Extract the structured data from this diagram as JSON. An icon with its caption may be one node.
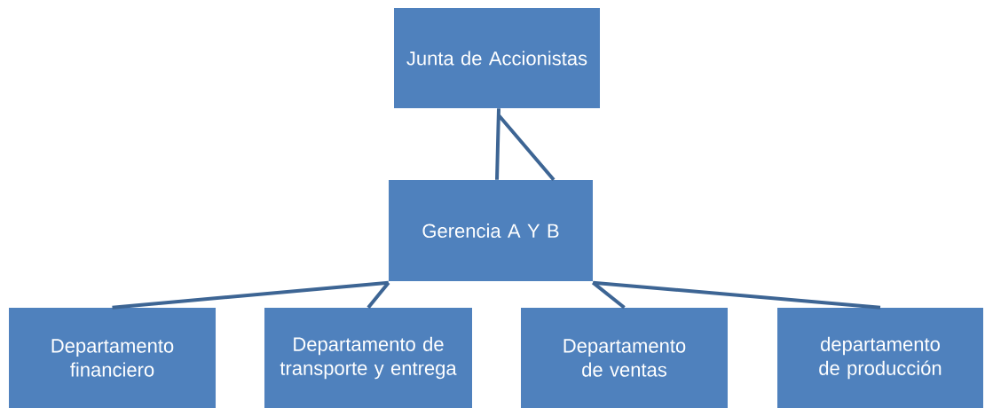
{
  "diagram": {
    "nodes": [
      {
        "text": [
          "Junta de Accionistas"
        ]
      },
      {
        "text": [
          "Gerencia A Y B"
        ]
      },
      {
        "text": [
          "Departamento financiero"
        ]
      },
      {
        "text": [
          "Departamento de transporte y entrega"
        ]
      },
      {
        "text": [
          "Departamento de ventas"
        ]
      },
      {
        "text": [
          "departamento de producción"
        ]
      }
    ],
    "edges": [
      {
        "from": 0,
        "to": 1,
        "arrow": "none"
      },
      {
        "from": 1,
        "to": 2,
        "arrow": "none"
      },
      {
        "from": 1,
        "to": 3,
        "arrow": "none"
      },
      {
        "from": 1,
        "to": 4,
        "arrow": "none"
      },
      {
        "from": 1,
        "to": 5,
        "arrow": "none"
      }
    ]
  }
}
